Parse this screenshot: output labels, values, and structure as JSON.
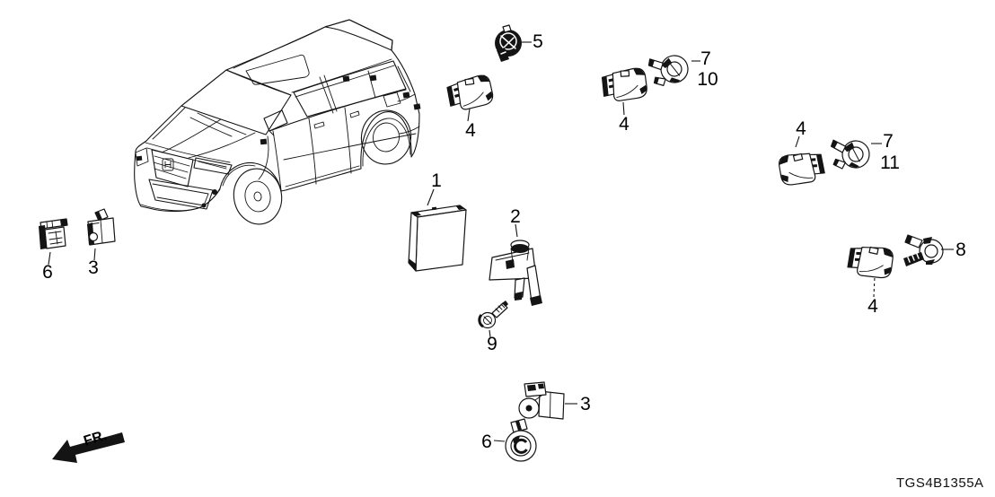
{
  "diagram": {
    "code": "TGS4B1355A",
    "fr_label": "FR."
  },
  "callouts": [
    {
      "part": "1"
    },
    {
      "part": "2"
    },
    {
      "part": "3"
    },
    {
      "part": "3"
    },
    {
      "part": "4"
    },
    {
      "part": "4"
    },
    {
      "part": "4"
    },
    {
      "part": "4"
    },
    {
      "part": "5"
    },
    {
      "part": "6"
    },
    {
      "part": "6"
    },
    {
      "part": "7"
    },
    {
      "part": "10"
    },
    {
      "part": "7"
    },
    {
      "part": "11"
    },
    {
      "part": "8"
    },
    {
      "part": "9"
    }
  ]
}
